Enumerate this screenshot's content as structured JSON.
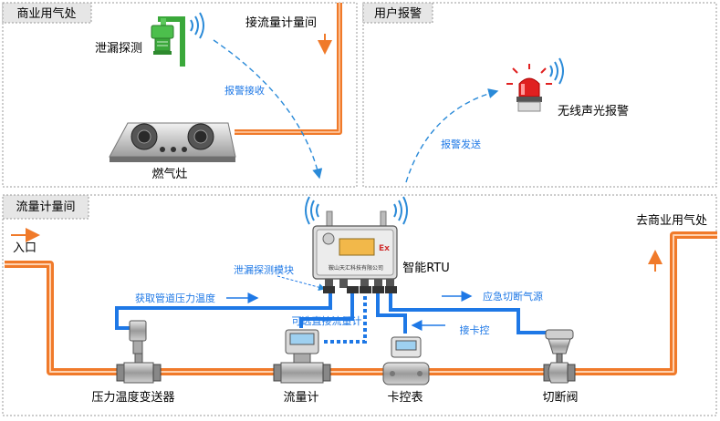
{
  "panels": {
    "commercial": "商业用气处",
    "alarm": "用户报警",
    "metering": "流量计量间"
  },
  "labels": {
    "leak_detect": "泄漏探测",
    "to_metering": "接流量计量间",
    "alarm_receive": "报警接收",
    "stove": "燃气灶",
    "wireless_alarm": "无线声光报警",
    "alarm_send": "报警发送",
    "inlet": "入口",
    "to_commercial": "去商业用气处",
    "rtu": "智能RTU",
    "leak_module": "泄漏探测模块",
    "get_pressure_temp": "获取管道压力温度",
    "emergency_cut": "应急切断气源",
    "optional_flowmeter": "可选直接流量计",
    "connect_card": "接卡控",
    "pt_transmitter": "压力温度变送器",
    "flowmeter": "流量计",
    "card_meter": "卡控表",
    "shutoff_valve": "切断阀"
  },
  "rtu_box": {
    "ex_mark": "Ex",
    "maker": "鞍山天汇科技有限公司"
  },
  "colors": {
    "pipe": "#f07a2a",
    "signal": "#1e78e6",
    "dash": "#2a8ad8",
    "panel_border": "#999999",
    "title_bg": "#e6e6e6"
  },
  "icons": [
    "gas-sensor-icon",
    "wireless-signal-icon",
    "gas-stove-icon",
    "alarm-light-icon",
    "rtu-device-icon",
    "pt-transmitter-icon",
    "flowmeter-icon",
    "card-meter-icon",
    "shutoff-valve-icon"
  ]
}
